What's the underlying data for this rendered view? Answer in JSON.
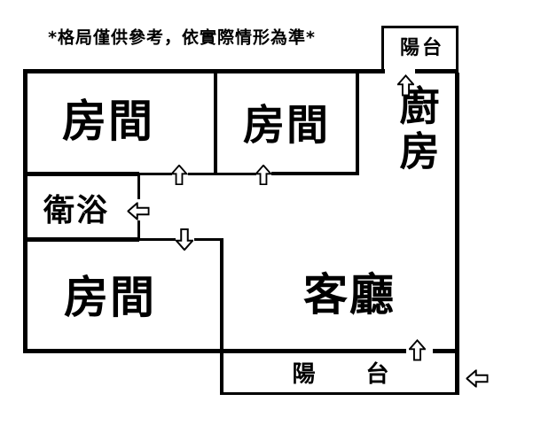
{
  "disclaimer": "*格局僅供參考，依實際情形為準*",
  "colors": {
    "wall": "#000000",
    "background": "#ffffff",
    "text": "#000000"
  },
  "rooms": {
    "bedroom_top_left": {
      "label": "房間"
    },
    "bedroom_top_middle": {
      "label": "房間"
    },
    "kitchen": {
      "label": "廚房"
    },
    "bathroom": {
      "label": "衛浴"
    },
    "bedroom_bottom_left": {
      "label": "房間"
    },
    "living_room": {
      "label": "客廳"
    },
    "balcony_top": {
      "label": "陽台"
    },
    "balcony_bottom": {
      "label": "陽台",
      "char1": "陽",
      "char2": "台"
    }
  },
  "icons": {
    "door_arrow": "hollow outline arrow marking a doorway / opening"
  },
  "arrows": [
    {
      "name": "balcony-top-door-arrow",
      "direction": "up"
    },
    {
      "name": "bedroom-top-left-door-arrow",
      "direction": "up"
    },
    {
      "name": "bedroom-middle-door-arrow",
      "direction": "up"
    },
    {
      "name": "bathroom-door-arrow",
      "direction": "left"
    },
    {
      "name": "hallway-door-arrow",
      "direction": "down"
    },
    {
      "name": "living-room-balcony-door-arrow",
      "direction": "up"
    },
    {
      "name": "entrance-arrow",
      "direction": "left"
    }
  ]
}
